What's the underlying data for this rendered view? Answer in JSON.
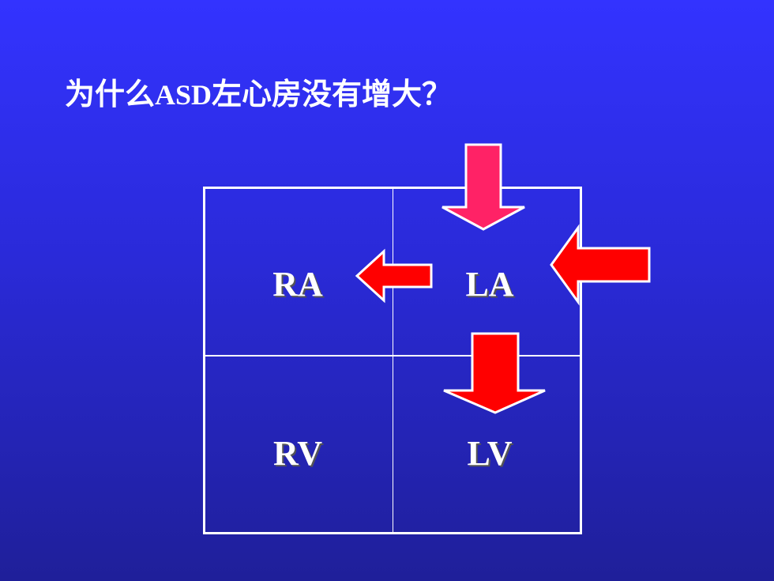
{
  "slide": {
    "title_prefix": "为什么",
    "title_latin": "ASD",
    "title_suffix": "左心房没有增大？"
  },
  "chambers": {
    "ra": "RA",
    "la": "LA",
    "rv": "RV",
    "lv": "LV"
  },
  "colors": {
    "arrow_fill_down_top": "#ff2266",
    "arrow_fill": "#ff0000",
    "arrow_stroke": "#ffffff",
    "background_top": "#3333ff",
    "background_bottom": "#1f1f99"
  }
}
